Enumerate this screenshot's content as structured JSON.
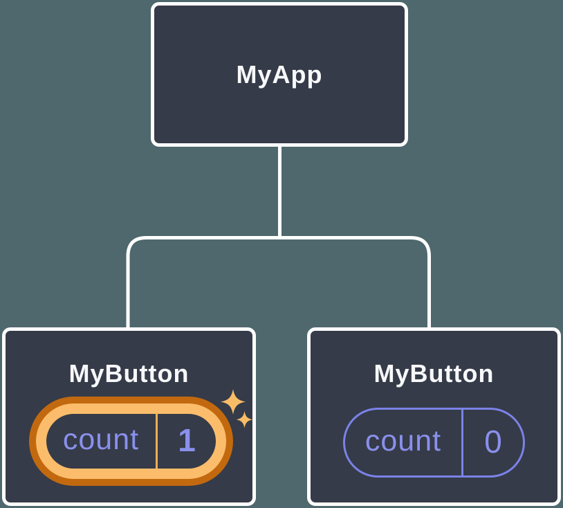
{
  "diagram": {
    "description": "React component tree with state pills",
    "root": {
      "label": "MyApp"
    },
    "children": [
      {
        "label": "MyButton",
        "state_key": "count",
        "state_value": "1",
        "highlighted": true
      },
      {
        "label": "MyButton",
        "state_key": "count",
        "state_value": "0",
        "highlighted": false
      }
    ]
  },
  "colors": {
    "background": "#4E686D",
    "node_fill": "#353B48",
    "node_border": "#FFFFFF",
    "connector": "#FFFFFF",
    "title_text": "#F7F8FA",
    "state_purple": "#8A90EC",
    "pill_outline_purple": "#7B82E8",
    "highlight_gold": "#FBBD6B",
    "highlight_orange_dark": "#C2690F",
    "sparkle_gold": "#F9BD68"
  },
  "icons": {
    "sparkles": "sparkles-icon"
  }
}
